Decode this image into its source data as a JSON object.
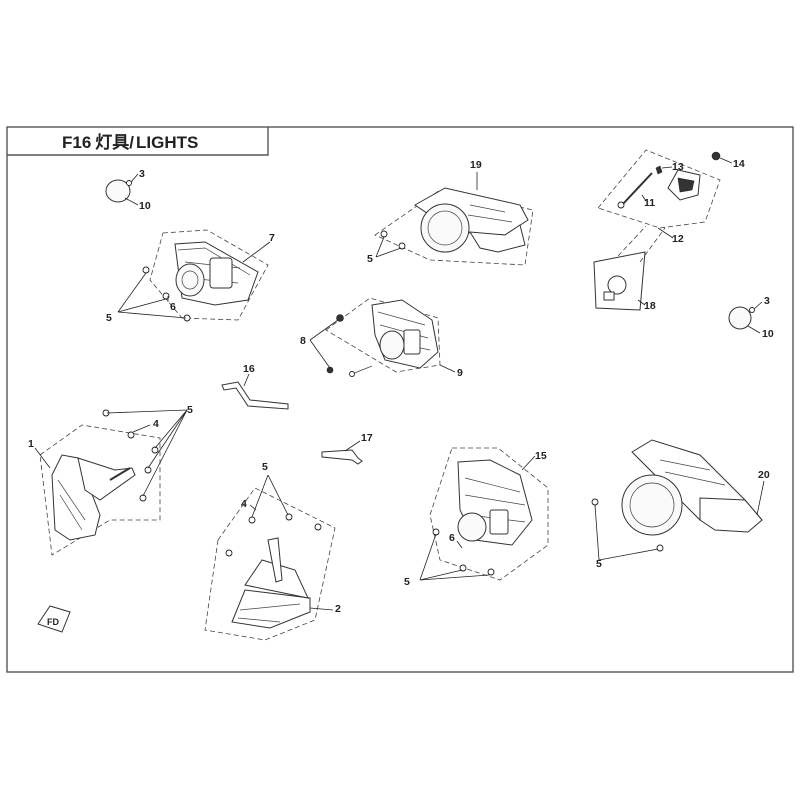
{
  "title": {
    "code": "F16",
    "chinese": "灯具/",
    "english": "LIGHTS"
  },
  "callouts": [
    "1",
    "2",
    "3",
    "4",
    "5",
    "6",
    "7",
    "8",
    "9",
    "10",
    "11",
    "12",
    "13",
    "14",
    "15",
    "16",
    "17",
    "18",
    "19",
    "20"
  ],
  "direction_icon": "forward-arrow-icon"
}
